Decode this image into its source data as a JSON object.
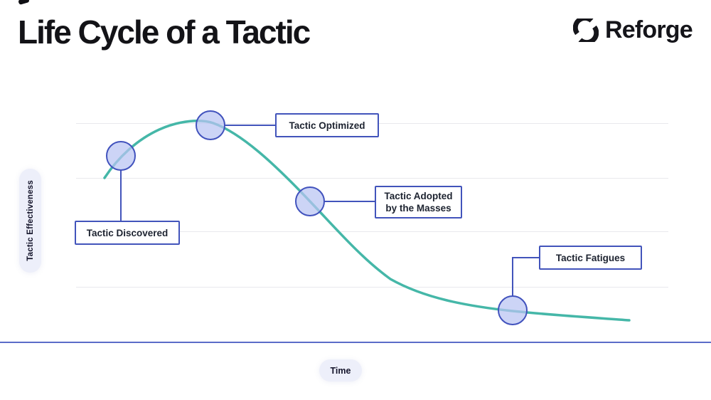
{
  "header": {
    "title": "Life Cycle of a Tactic",
    "brand_name": "Reforge"
  },
  "chart": {
    "y_axis_label": "Tactic Effectiveness",
    "x_axis_label": "Time",
    "annotations": [
      {
        "label": "Tactic Discovered"
      },
      {
        "label": "Tactic Optimized"
      },
      {
        "label": "Tactic Adopted by the Masses"
      },
      {
        "label": "Tactic Fatigues"
      }
    ]
  },
  "chart_data": {
    "type": "line",
    "title": "Life Cycle of a Tactic",
    "xlabel": "Time",
    "ylabel": "Tactic Effectiveness",
    "axes_numeric": false,
    "gridlines": 4,
    "description": "Qualitative curve: effectiveness rises quickly after discovery, peaks when optimized, declines as adopted by the masses, then flattens at a low level as the tactic fatigues.",
    "curve_points_normalized_x_time_y_effectiveness": [
      {
        "x": 0.0,
        "y": 0.75
      },
      {
        "x": 0.03,
        "y": 0.85,
        "marker": "Tactic Discovered"
      },
      {
        "x": 0.2,
        "y": 1.0,
        "marker": "Tactic Optimized"
      },
      {
        "x": 0.39,
        "y": 0.64,
        "marker": "Tactic Adopted by the Masses"
      },
      {
        "x": 0.55,
        "y": 0.29
      },
      {
        "x": 0.78,
        "y": 0.15,
        "marker": "Tactic Fatigues"
      },
      {
        "x": 1.0,
        "y": 0.1
      }
    ]
  },
  "colors": {
    "curve": "#45b7a8",
    "marker_fill": "#b8c4f2",
    "marker_border": "#4152bd",
    "callout_border": "#4254bb",
    "axis_line": "#5b6cc8",
    "gridline": "#e9e9ed",
    "pill_background": "#edeffa",
    "text": "#15151a"
  }
}
